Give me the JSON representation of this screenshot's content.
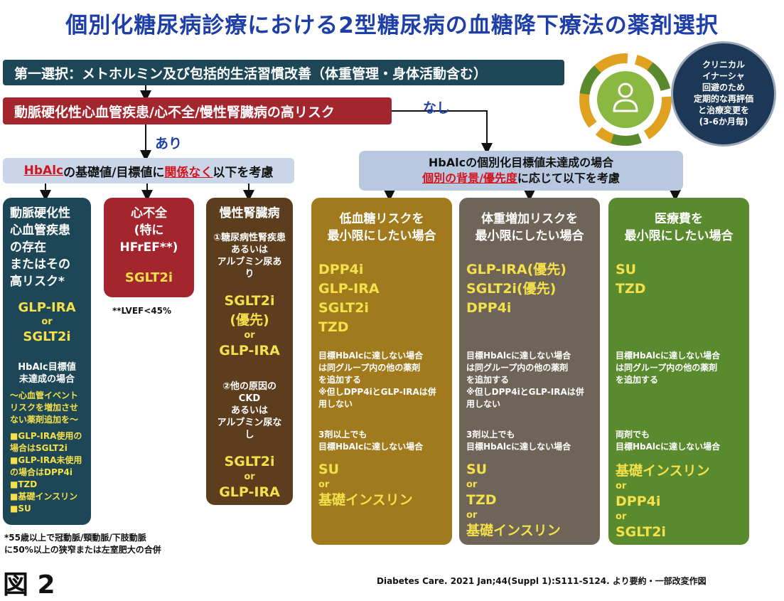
{
  "title": "個別化糖尿病診療における2型糖尿病の血糖降下療法の薬剤選択",
  "step1": "第一選択：メトホルミン及び包括的生活習慣改善（体重管理・身体活動含む）",
  "risk": "動脈硬化性心血管疾患/心不全/慢性腎臓病の高リスク",
  "branch_no": "なし",
  "branch_yes": "あり",
  "left_consider": {
    "a": "HbAlc",
    "b": "の基礎値/目標値に",
    "c": "関係なく",
    "d": "以下を考慮"
  },
  "right_consider": {
    "line1": "HbAlcの個別化目標値未達成の場合",
    "red": "個別の背景/優先度",
    "line2": "に応じて以下を考慮"
  },
  "circle": [
    "クリニカル",
    "イナーシャ",
    "回避のため",
    "定期的な再評価",
    "と治療変更を",
    "(3-6か月毎)"
  ],
  "col1": {
    "head": [
      "動脈硬化性",
      "心血管疾患",
      "の存在",
      "またはその",
      "高リスク*"
    ],
    "drug1": "GLP-IRA",
    "or": "or",
    "drug2": "SGLT2i",
    "sub": [
      "HbAlc目標値",
      "未達成の場合"
    ],
    "yellow": [
      "〜心血管イベント",
      "リスクを増加させ",
      "ない薬剤追加を〜"
    ],
    "list": [
      "■GLP-IRA使用の",
      "場合はSGLT2i",
      "■GLP-IRA未使用",
      "の場合はDPP4i",
      "■TZD",
      "■基礎インスリン",
      "■SU"
    ]
  },
  "col2": {
    "head": [
      "心不全",
      "(特にHFrEF**)"
    ],
    "drug": "SGLT2i",
    "note": "**LVEF<45%"
  },
  "col3": {
    "head": "慢性腎臓病",
    "sub1": [
      "①糖尿病性腎疾患",
      "あるいは",
      "アルブミン尿あり"
    ],
    "d1": "SGLT2i",
    "d2": "(優先)",
    "or1": "or",
    "d3": "GLP-IRA",
    "sub2": [
      "②他の原因のCKD",
      "あるいは",
      "アルブミン尿なし"
    ],
    "d4": "SGLT2i",
    "or2": "or",
    "d5": "GLP-IRA"
  },
  "col4": {
    "head": [
      "低血糖リスクを",
      "最小限にしたい場合"
    ],
    "drugs": [
      "DPP4i",
      "GLP-IRA",
      "SGLT2i",
      "TZD"
    ],
    "text1": [
      "目標HbAlcに達しない場合",
      "は同グループ内の他の薬剤",
      "を追加する",
      "※但しDPP4iとGLP-IRAは併",
      "用しない"
    ],
    "text2": [
      "3剤以上でも",
      "目標HbAlcに達しない場合"
    ],
    "d1": "SU",
    "or": "or",
    "d2": "基礎インスリン"
  },
  "col5": {
    "head": [
      "体重増加リスクを",
      "最小限にしたい場合"
    ],
    "drugs": [
      "GLP-IRA(優先)",
      "SGLT2i(優先)",
      "DPP4i"
    ],
    "text1": [
      "目標HbAlcに達しない場合",
      "は同グループ内の他の薬剤",
      "を追加する",
      "※但しDPP4iとGLP-IRAは併",
      "用しない"
    ],
    "text2": [
      "3剤以上でも",
      "目標HbAlcに達しない場合"
    ],
    "d1": "SU",
    "or1": "or",
    "d2": "TZD",
    "or2": "or",
    "d3": "基礎インスリン"
  },
  "col6": {
    "head": [
      "医療費を",
      "最小限にしたい場合"
    ],
    "drugs": [
      "SU",
      "TZD"
    ],
    "text1": [
      "目標HbAlcに達しない場合",
      "は同グループ内の他の薬剤",
      "を追加する"
    ],
    "text2": [
      "両剤でも",
      "目標HbAlcに達しない場合"
    ],
    "d1": "基礎インスリン",
    "or1": "or",
    "d2": "DPP4i",
    "or2": "or",
    "d3": "SGLT2i"
  },
  "footnote": [
    "*55歳以上で冠動脈/頸動脈/下肢動脈",
    "に50%以上の狭窄または左室肥大の合併"
  ],
  "figure_label": "図 2",
  "citation": "Diabetes Care. 2021 Jan;44(Suppl 1):S111-S124. より要約・一部改変作図",
  "colors": {
    "navy": "#1d4656",
    "red": "#a3262e",
    "brown": "#5c3d1e",
    "gold": "#a07a1c",
    "gray": "#6e6558",
    "green": "#5a8a2e",
    "title": "#1e3fa8",
    "drug_yellow": "#f4e04a"
  }
}
